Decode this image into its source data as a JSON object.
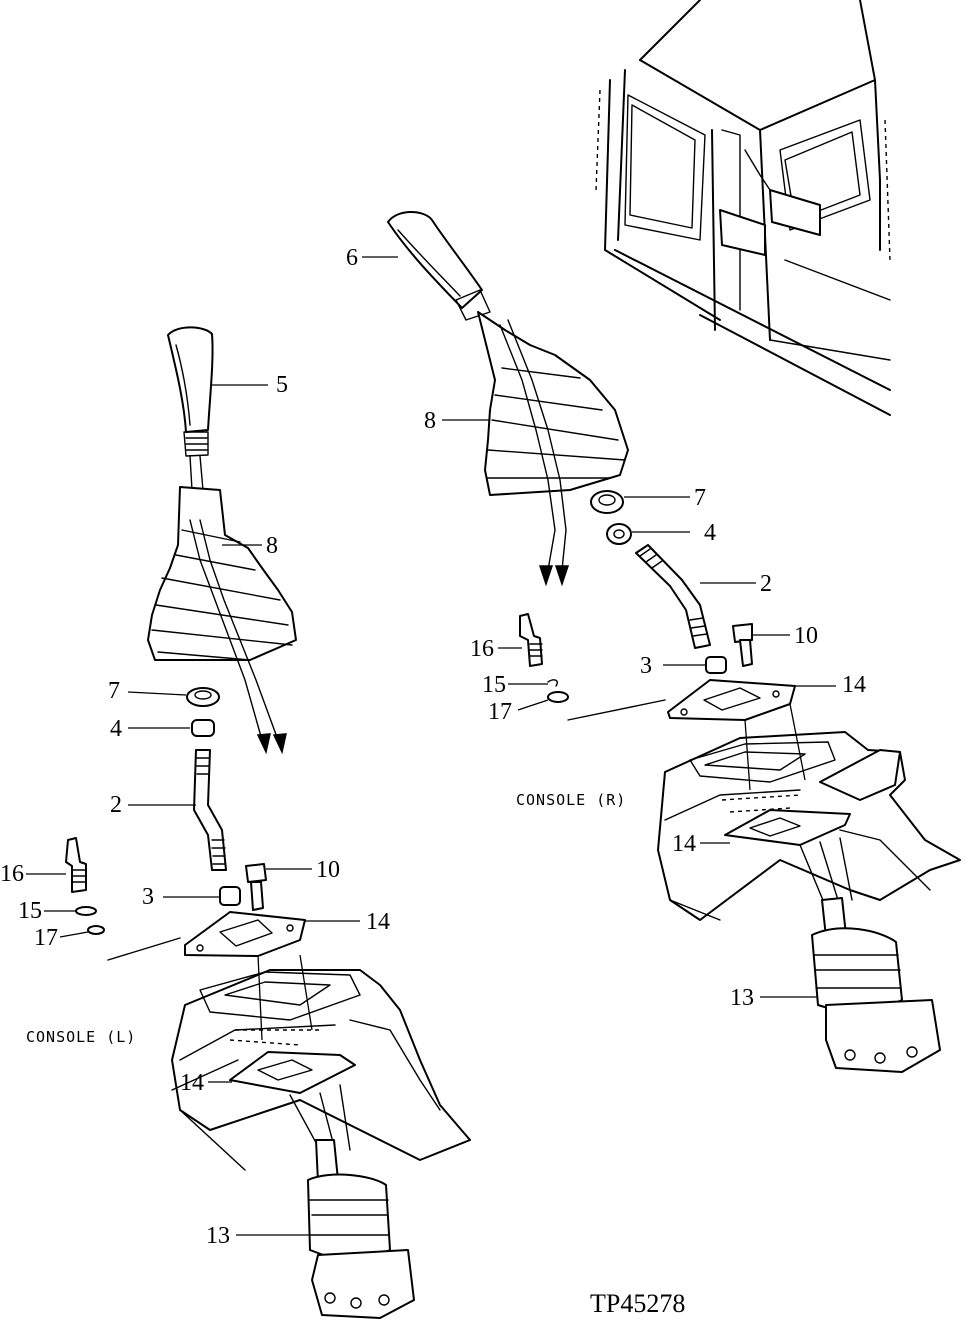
{
  "diagram": {
    "figure_id": "TP45278",
    "console_labels": {
      "left": "CONSOLE (L)",
      "right": "CONSOLE (R)"
    },
    "callouts": {
      "l_5": "5",
      "l_8": "8",
      "l_7": "7",
      "l_4": "4",
      "l_2": "2",
      "l_16": "16",
      "l_15": "15",
      "l_17": "17",
      "l_3": "3",
      "l_10": "10",
      "l_14a": "14",
      "l_14b": "14",
      "l_13": "13",
      "r_6": "6",
      "r_8": "8",
      "r_7": "7",
      "r_4": "4",
      "r_2": "2",
      "r_16": "16",
      "r_10": "10",
      "r_3": "3",
      "r_15": "15",
      "r_17": "17",
      "r_14a": "14",
      "r_14b": "14",
      "r_13": "13"
    }
  }
}
